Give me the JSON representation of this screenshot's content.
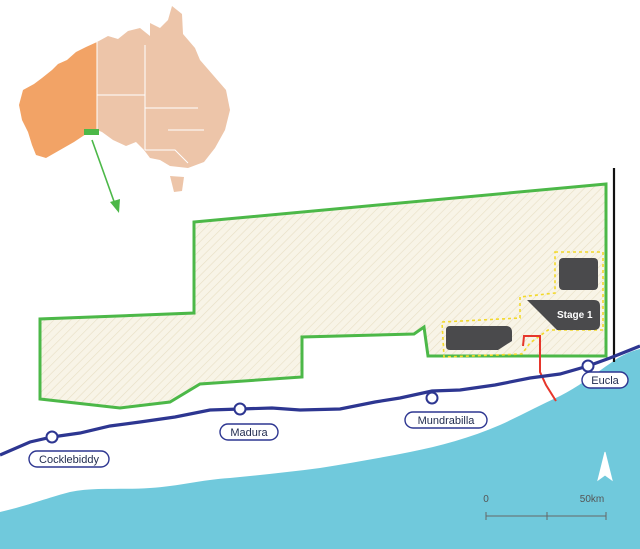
{
  "colors": {
    "ocean": "#70c9dc",
    "road": "#2d3691",
    "project_boundary": "#4cb848",
    "project_fill": "#f8f4e7",
    "stage_area_outline": "#f3d92a",
    "stage_blocks": "#4a4a4c",
    "pipeline": "#e6362b",
    "border_line": "#111111",
    "wa_state": "#f2a366",
    "other_states": "#edc5a9"
  },
  "towns": [
    {
      "name": "Cocklebiddy"
    },
    {
      "name": "Madura"
    },
    {
      "name": "Mundrabilla"
    },
    {
      "name": "Eucla"
    }
  ],
  "stage_label": "Stage 1",
  "scale_bar": {
    "start_label": "0",
    "end_label": "50km"
  },
  "icons": {
    "north_arrow": "north-arrow-icon",
    "inset": "australia-inset-map"
  }
}
